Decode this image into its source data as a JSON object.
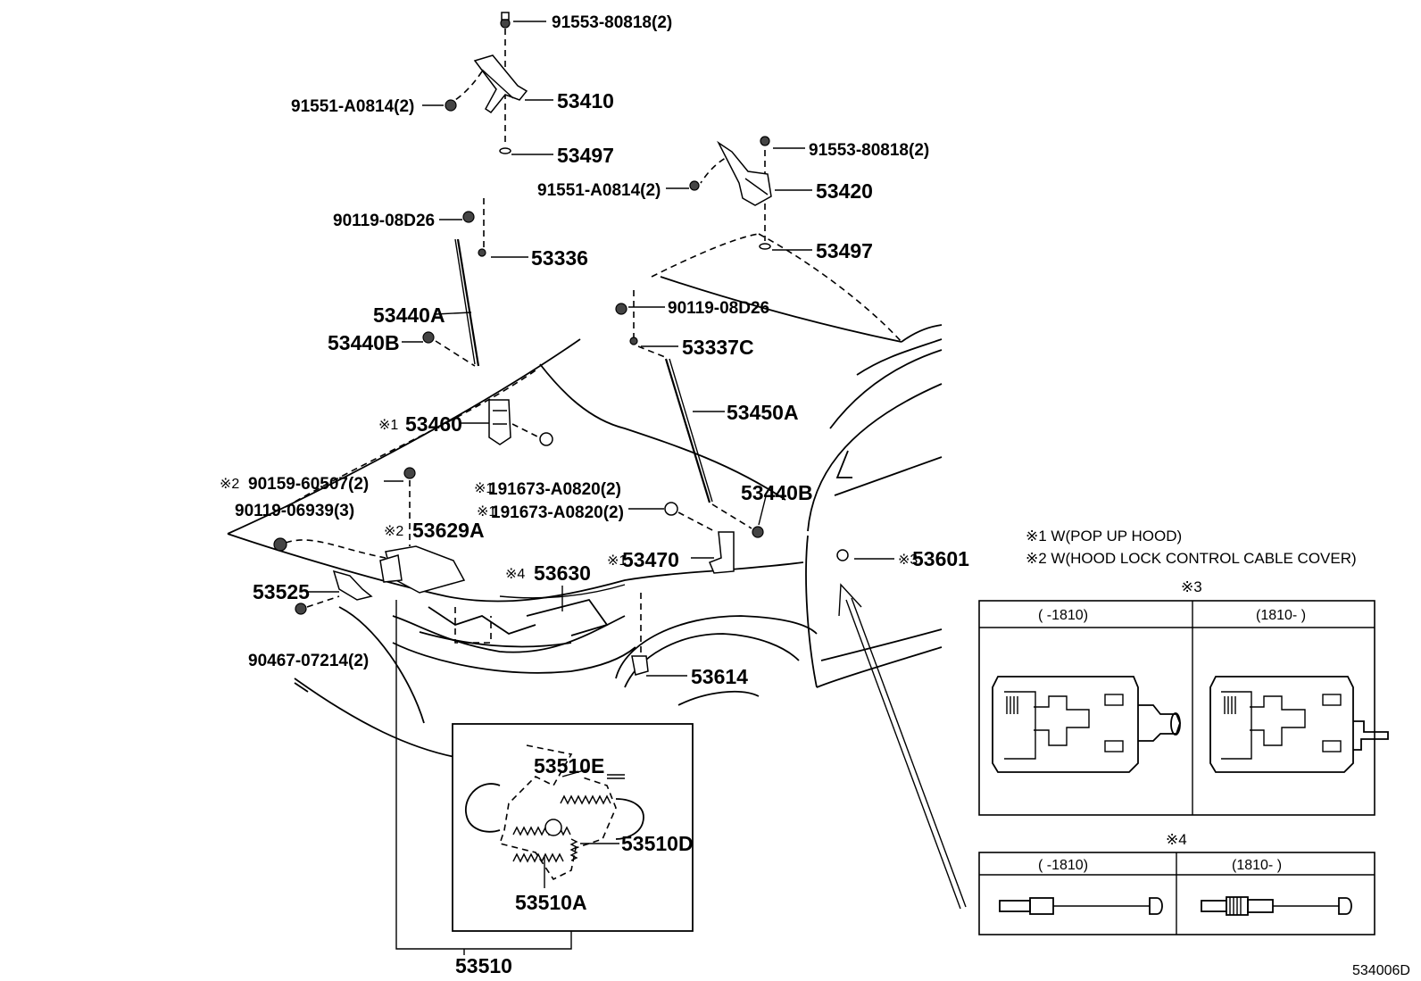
{
  "callouts": {
    "p91553_top": "91553-80818(2)",
    "p91551_top": "91551-A0814(2)",
    "p53410": "53410",
    "p53497_top": "53497",
    "p91553_right": "91553-80818(2)",
    "p91551_right": "91551-A0814(2)",
    "p53420": "53420",
    "p53497_right": "53497",
    "p90119_left": "90119-08D26",
    "p53336": "53336",
    "p53440A": "53440A",
    "p53440B_left": "53440B",
    "p90119_right": "90119-08D26",
    "p53337C": "53337C",
    "p53450A": "53450A",
    "p53460": "53460",
    "p191673_a": "191673-A0820(2)",
    "p90159": "90159-60507(2)",
    "p191673_b": "191673-A0820(2)",
    "p53440B_right": "53440B",
    "p90119_06939": "90119-06939(3)",
    "p53629A": "53629A",
    "p53470": "53470",
    "p53630": "53630",
    "p53601": "53601",
    "p53525": "53525",
    "p90467": "90467-07214(2)",
    "p53614": "53614",
    "p53510E": "53510E",
    "p53510D": "53510D",
    "p53510A": "53510A",
    "p53510": "53510"
  },
  "markers": {
    "m1": "※1",
    "m2": "※2",
    "m3": "※3",
    "m4": "※4"
  },
  "legend": {
    "note1": "※1 W(POP UP HOOD)",
    "note2": "※2 W(HOOD LOCK CONTROL CABLE COVER)"
  },
  "table3": {
    "title": "※3",
    "col1": "(      -1810)",
    "col2": "(1810-      )"
  },
  "table4": {
    "title": "※4",
    "col1": "(      -1810)",
    "col2": "(1810-      )"
  },
  "figure_id": "534006D"
}
